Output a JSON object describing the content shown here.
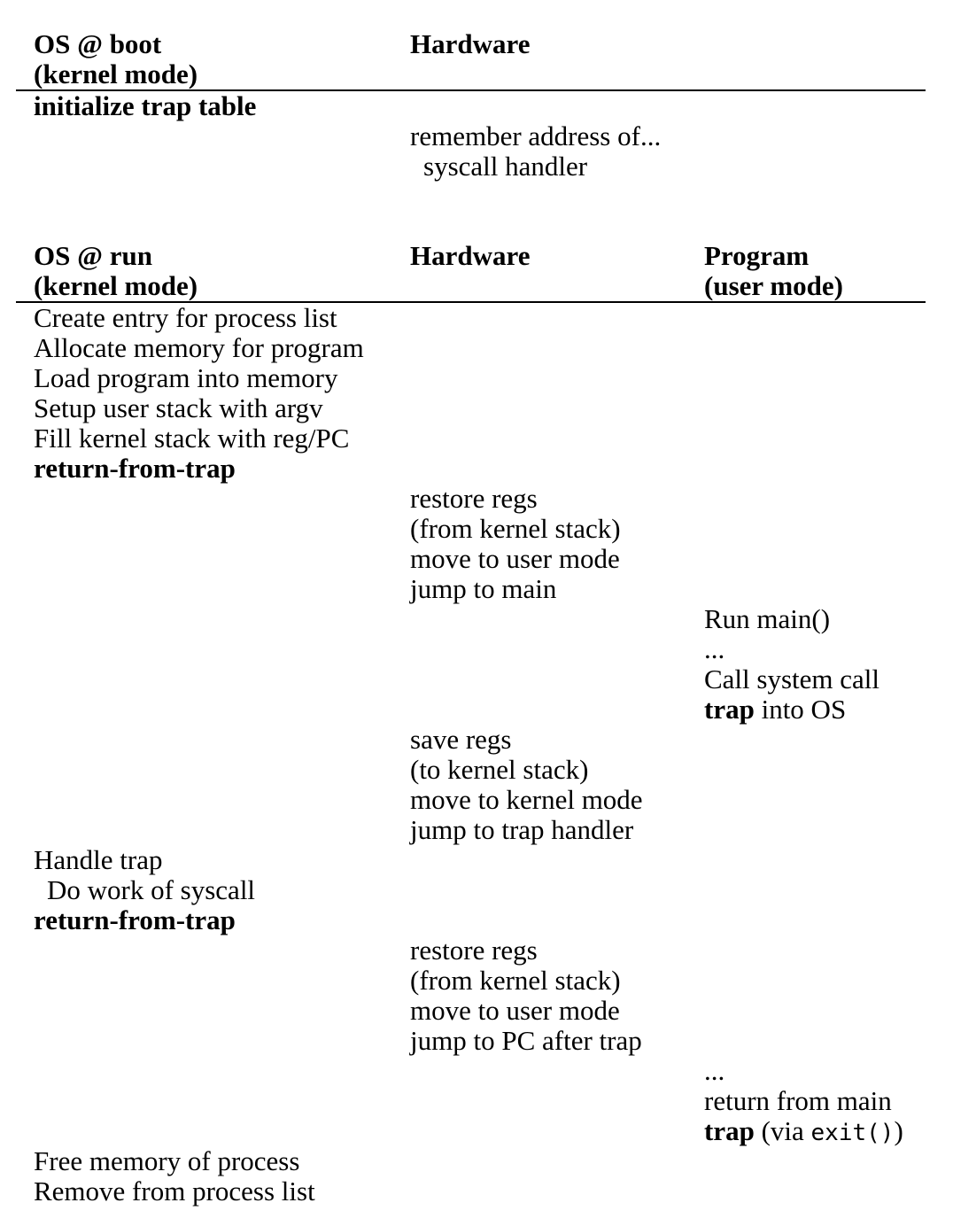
{
  "figure": {
    "background_color": "#ffffff",
    "text_color": "#000000",
    "rule_color": "#000000"
  },
  "sections": [
    {
      "id": "boot",
      "headers": [
        {
          "col": 0,
          "lines": [
            "OS @ boot",
            "(kernel mode)"
          ]
        },
        {
          "col": 1,
          "lines": [
            "Hardware"
          ]
        }
      ],
      "rows": [
        {
          "col": 0,
          "segments": [
            {
              "text": "initialize trap table",
              "style": "bold"
            }
          ]
        },
        {
          "col": 1,
          "segments": [
            {
              "text": "remember address of..."
            }
          ]
        },
        {
          "col": 1,
          "indent": true,
          "segments": [
            {
              "text": "syscall handler"
            }
          ]
        }
      ]
    },
    {
      "id": "run",
      "headers": [
        {
          "col": 0,
          "lines": [
            "OS @ run",
            "(kernel mode)"
          ]
        },
        {
          "col": 1,
          "lines": [
            "Hardware"
          ]
        },
        {
          "col": 2,
          "lines": [
            "Program",
            "(user mode)"
          ]
        }
      ],
      "rows": [
        {
          "col": 0,
          "segments": [
            {
              "text": "Create entry for process list"
            }
          ]
        },
        {
          "col": 0,
          "segments": [
            {
              "text": "Allocate memory for program"
            }
          ]
        },
        {
          "col": 0,
          "segments": [
            {
              "text": "Load program into memory"
            }
          ]
        },
        {
          "col": 0,
          "segments": [
            {
              "text": "Setup user stack with argv"
            }
          ]
        },
        {
          "col": 0,
          "segments": [
            {
              "text": "Fill kernel stack with reg/PC"
            }
          ]
        },
        {
          "col": 0,
          "segments": [
            {
              "text": "return-from-trap",
              "style": "bold"
            }
          ]
        },
        {
          "col": 1,
          "segments": [
            {
              "text": "restore regs"
            }
          ]
        },
        {
          "col": 1,
          "segments": [
            {
              "text": "(from kernel stack)"
            }
          ]
        },
        {
          "col": 1,
          "segments": [
            {
              "text": "move to user mode"
            }
          ]
        },
        {
          "col": 1,
          "segments": [
            {
              "text": "jump to main"
            }
          ]
        },
        {
          "col": 2,
          "segments": [
            {
              "text": "Run main()"
            }
          ]
        },
        {
          "col": 2,
          "segments": [
            {
              "text": "..."
            }
          ]
        },
        {
          "col": 2,
          "segments": [
            {
              "text": "Call system call"
            }
          ]
        },
        {
          "col": 2,
          "segments": [
            {
              "text": "trap",
              "style": "bold"
            },
            {
              "text": " into OS"
            }
          ]
        },
        {
          "col": 1,
          "segments": [
            {
              "text": "save regs"
            }
          ]
        },
        {
          "col": 1,
          "segments": [
            {
              "text": "(to kernel stack)"
            }
          ]
        },
        {
          "col": 1,
          "segments": [
            {
              "text": "move to kernel mode"
            }
          ]
        },
        {
          "col": 1,
          "segments": [
            {
              "text": "jump to trap handler"
            }
          ]
        },
        {
          "col": 0,
          "segments": [
            {
              "text": "Handle trap"
            }
          ]
        },
        {
          "col": 0,
          "indent": true,
          "segments": [
            {
              "text": "Do work of syscall"
            }
          ]
        },
        {
          "col": 0,
          "segments": [
            {
              "text": "return-from-trap",
              "style": "bold"
            }
          ]
        },
        {
          "col": 1,
          "segments": [
            {
              "text": "restore regs"
            }
          ]
        },
        {
          "col": 1,
          "segments": [
            {
              "text": "(from kernel stack)"
            }
          ]
        },
        {
          "col": 1,
          "segments": [
            {
              "text": "move to user mode"
            }
          ]
        },
        {
          "col": 1,
          "segments": [
            {
              "text": "jump to PC after trap"
            }
          ]
        },
        {
          "col": 2,
          "segments": [
            {
              "text": "..."
            }
          ]
        },
        {
          "col": 2,
          "segments": [
            {
              "text": "return from main"
            }
          ]
        },
        {
          "col": 2,
          "segments": [
            {
              "text": "trap",
              "style": "bold"
            },
            {
              "text": " (via "
            },
            {
              "text": "exit()",
              "style": "mono"
            },
            {
              "text": ")"
            }
          ]
        },
        {
          "col": 0,
          "segments": [
            {
              "text": "Free memory of process"
            }
          ]
        },
        {
          "col": 0,
          "segments": [
            {
              "text": "Remove from process list"
            }
          ]
        }
      ]
    }
  ]
}
